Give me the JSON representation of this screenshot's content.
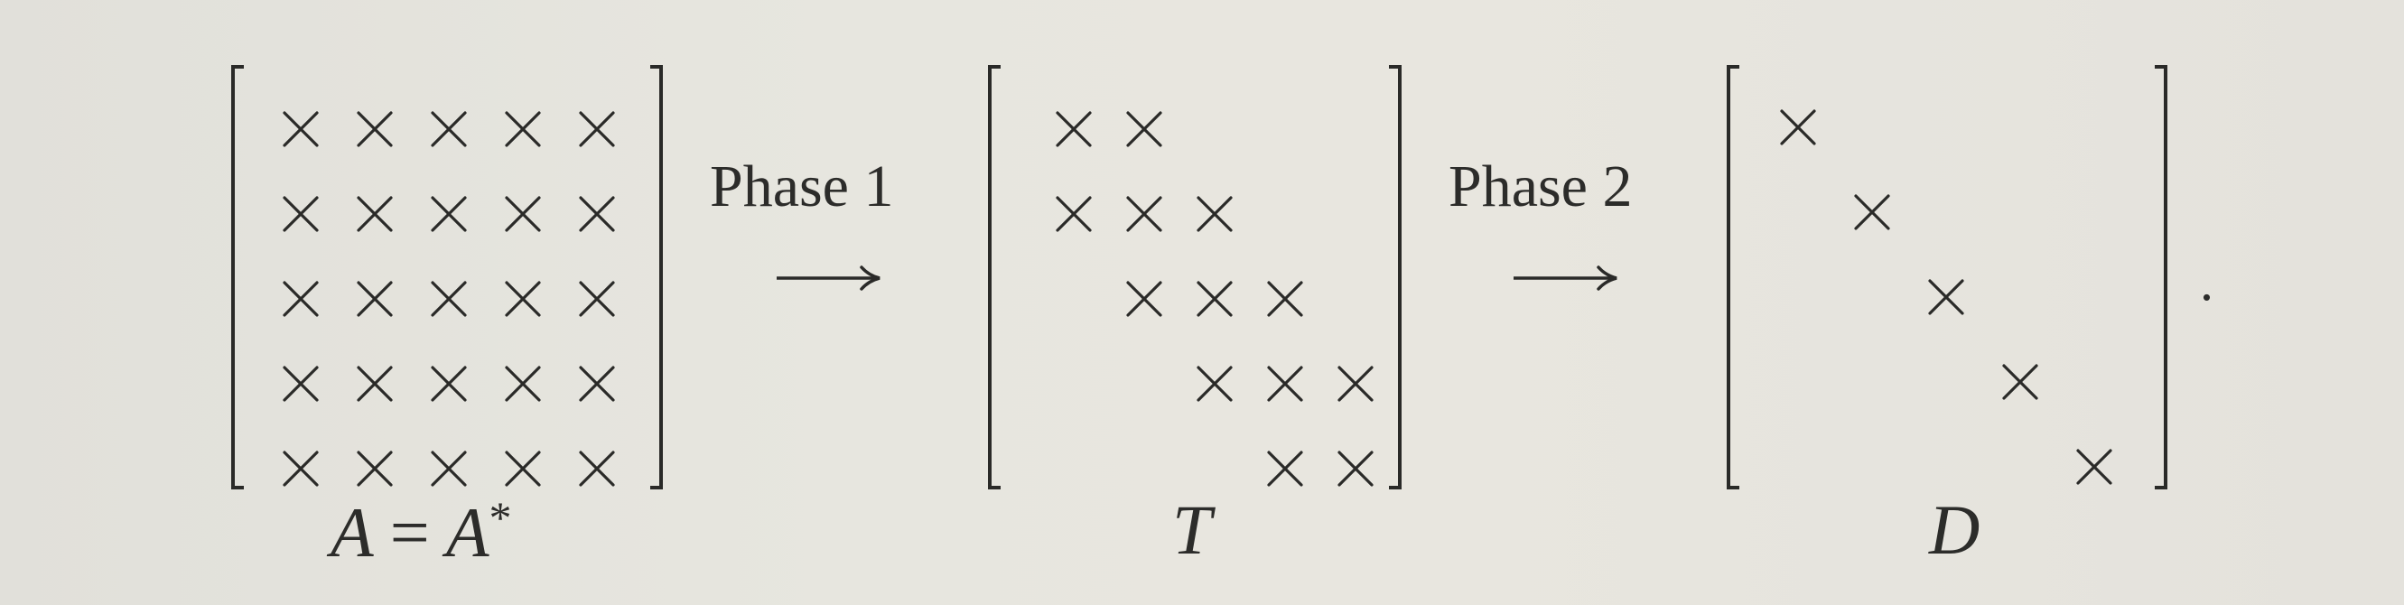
{
  "phase1": {
    "label": "Phase 1"
  },
  "phase2": {
    "label": "Phase 2"
  },
  "matrix_a": {
    "caption": {
      "lhs": "A",
      "eq": "=",
      "rhs": "A",
      "star": "*"
    },
    "pattern": [
      [
        1,
        1,
        1,
        1,
        1
      ],
      [
        1,
        1,
        1,
        1,
        1
      ],
      [
        1,
        1,
        1,
        1,
        1
      ],
      [
        1,
        1,
        1,
        1,
        1
      ],
      [
        1,
        1,
        1,
        1,
        1
      ]
    ]
  },
  "matrix_t": {
    "caption": "T",
    "pattern": [
      [
        1,
        1,
        0,
        0,
        0
      ],
      [
        1,
        1,
        1,
        0,
        0
      ],
      [
        0,
        1,
        1,
        1,
        0
      ],
      [
        0,
        0,
        1,
        1,
        1
      ],
      [
        0,
        0,
        0,
        1,
        1
      ]
    ]
  },
  "matrix_d": {
    "caption": "D",
    "pattern": [
      [
        1,
        0,
        0,
        0,
        0
      ],
      [
        0,
        1,
        0,
        0,
        0
      ],
      [
        0,
        0,
        1,
        0,
        0
      ],
      [
        0,
        0,
        0,
        1,
        0
      ],
      [
        0,
        0,
        0,
        0,
        1
      ]
    ]
  },
  "trailing_punctuation": ".",
  "icons": {
    "entry": "times-icon",
    "arrow": "long-right-arrow-icon"
  }
}
